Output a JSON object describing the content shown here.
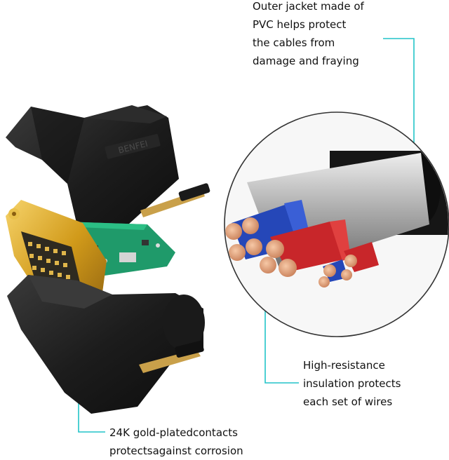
{
  "callouts": {
    "outer_jacket": {
      "lines": [
        "Outer jacket made of",
        "PVC helps protect",
        "the cables from",
        "damage and fraying"
      ]
    },
    "insulation": {
      "lines": [
        "High-resistance",
        "insulation protects",
        "each set of wires"
      ]
    },
    "gold_contacts": {
      "lines": [
        "24K gold-platedcontacts",
        "protectsagainst corrosion"
      ]
    }
  },
  "logo_text": "BENFEI",
  "colors": {
    "leader_line": "#22c4c8",
    "shell": "#1e1e1e",
    "gold": "#d9a520",
    "pcb": "#1f9a6a",
    "copper": "#e3a37e",
    "blue_insulation": "#2547b8",
    "red_insulation": "#c8262a",
    "silver_jacket": "#c9c9c9"
  }
}
